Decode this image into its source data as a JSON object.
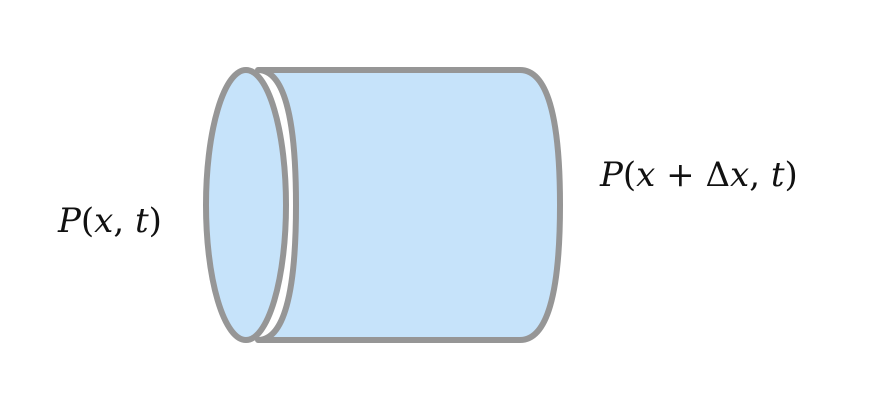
{
  "labels": {
    "left": {
      "func": "P",
      "open": "(",
      "var1": "x",
      "sep": ", ",
      "var2": "t",
      "close": ")"
    },
    "right": {
      "func": "P",
      "open": "(",
      "var1": "x",
      "op": " + Δ",
      "var2": "x",
      "sep": ", ",
      "var3": "t",
      "close": ")"
    }
  },
  "colors": {
    "fill": "#c6e3fa",
    "stroke": "#969696"
  }
}
